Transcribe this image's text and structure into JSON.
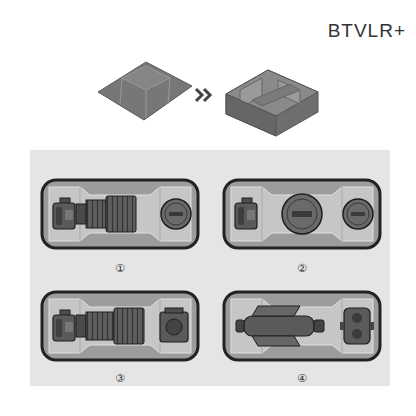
{
  "diagram": {
    "title": "BTVLR+",
    "labels": [
      "①",
      "②",
      "③",
      "④"
    ]
  }
}
